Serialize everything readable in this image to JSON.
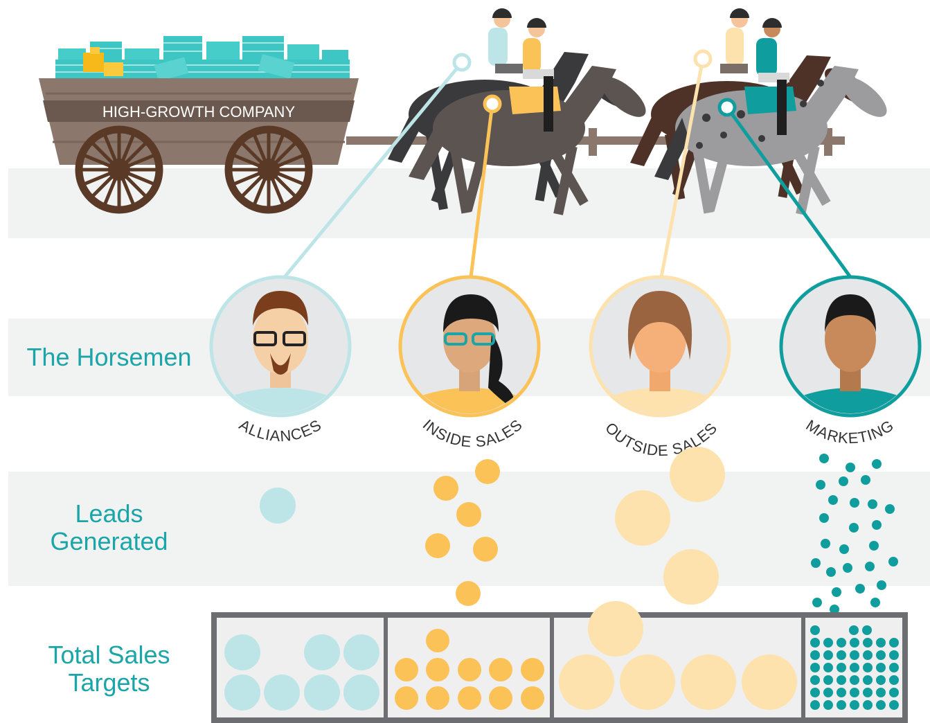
{
  "wagon": {
    "label": "HIGH-GROWTH COMPANY"
  },
  "rows": {
    "horsemen": "The Horsemen",
    "leads": [
      "Leads",
      "Generated"
    ],
    "targets": [
      "Total Sales",
      "Targets"
    ]
  },
  "roles": [
    "ALLIANCES",
    "INSIDE SALES",
    "OUTSIDE SALES",
    "MARKETING"
  ],
  "colors": {
    "alliances": "#bde5e8",
    "inside_sales": "#fbc357",
    "outside_sales": "#fde2ae",
    "marketing": "#0f9d9e",
    "band": "#f1f2f2",
    "label": "#1aa5a8"
  }
}
